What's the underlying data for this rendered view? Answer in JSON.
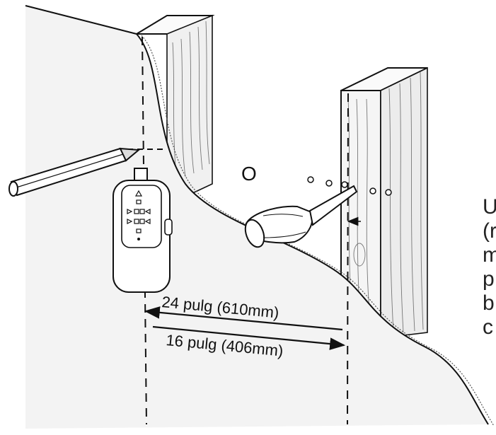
{
  "labels": {
    "or_text": "O",
    "dimension_24": "24 pulg (610mm)",
    "dimension_16": "16 pulg (406mm)"
  },
  "side_text_fragments": [
    "U",
    "(r",
    "m",
    "p",
    "b",
    "c"
  ],
  "colors": {
    "line": "#111111",
    "wall": "#f3f3f3",
    "wood": "#f7f7f7",
    "background": "#ffffff"
  },
  "icons": [
    "pencil-icon",
    "stud-finder-icon",
    "screwdriver-icon"
  ]
}
